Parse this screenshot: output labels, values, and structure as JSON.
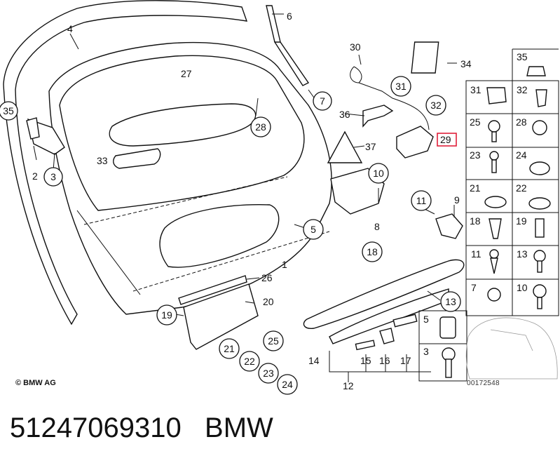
{
  "caption": "51247069310   BMW",
  "copyright": "© BMW AG",
  "drawing_ref": "00172548",
  "highlighted_part": "29",
  "callouts": [
    {
      "id": "c35",
      "num": "35"
    },
    {
      "id": "c3",
      "num": "3"
    },
    {
      "id": "c33",
      "num": "33"
    },
    {
      "id": "c27",
      "num": "27"
    },
    {
      "id": "c28",
      "num": "28"
    },
    {
      "id": "c7",
      "num": "7"
    },
    {
      "id": "c31",
      "num": "31"
    },
    {
      "id": "c32",
      "num": "32"
    },
    {
      "id": "c10",
      "num": "10"
    },
    {
      "id": "c11",
      "num": "11"
    },
    {
      "id": "c5",
      "num": "5"
    },
    {
      "id": "c18",
      "num": "18"
    },
    {
      "id": "c13",
      "num": "13"
    },
    {
      "id": "c19",
      "num": "19"
    },
    {
      "id": "c21",
      "num": "21"
    },
    {
      "id": "c22",
      "num": "22"
    },
    {
      "id": "c23",
      "num": "23"
    },
    {
      "id": "c24",
      "num": "24"
    },
    {
      "id": "c25",
      "num": "25"
    }
  ],
  "labels": [
    {
      "id": "l4",
      "num": "4"
    },
    {
      "id": "l6",
      "num": "6"
    },
    {
      "id": "l30",
      "num": "30"
    },
    {
      "id": "l34",
      "num": "34"
    },
    {
      "id": "l36",
      "num": "36"
    },
    {
      "id": "l37",
      "num": "37"
    },
    {
      "id": "l2",
      "num": "2"
    },
    {
      "id": "l8",
      "num": "8"
    },
    {
      "id": "l9",
      "num": "9"
    },
    {
      "id": "l1",
      "num": "1"
    },
    {
      "id": "l26",
      "num": "26"
    },
    {
      "id": "l20",
      "num": "20"
    },
    {
      "id": "l14",
      "num": "14"
    },
    {
      "id": "l15",
      "num": "15"
    },
    {
      "id": "l16",
      "num": "16"
    },
    {
      "id": "l17",
      "num": "17"
    },
    {
      "id": "l12",
      "num": "12"
    },
    {
      "id": "l29",
      "num": "29"
    }
  ],
  "grid_labels": [
    "35",
    "31",
    "32",
    "25",
    "28",
    "23",
    "24",
    "21",
    "22",
    "18",
    "19",
    "11",
    "13",
    "7",
    "10",
    "5",
    "3"
  ]
}
